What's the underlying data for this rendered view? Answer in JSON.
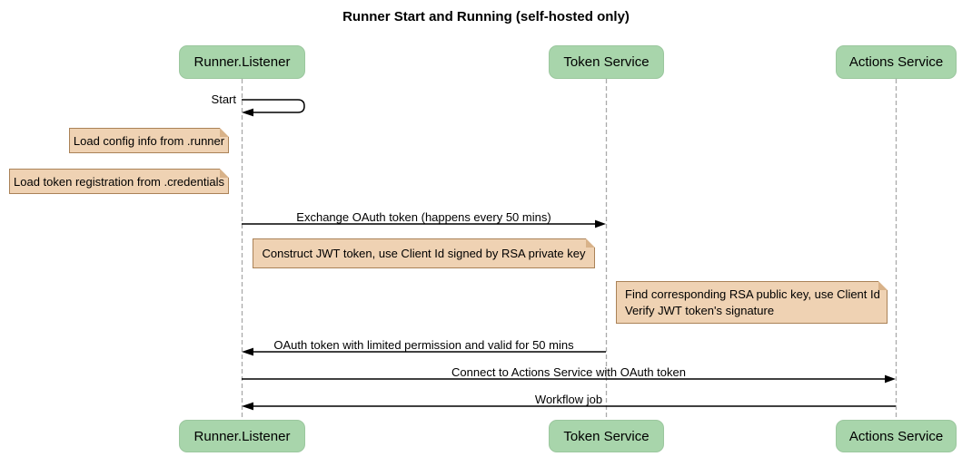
{
  "title": "Runner Start and Running (self-hosted only)",
  "participants": [
    {
      "name": "Runner.Listener"
    },
    {
      "name": "Token Service"
    },
    {
      "name": "Actions Service"
    }
  ],
  "messages": {
    "start": "Start",
    "exchange": "Exchange OAuth token (happens every 50 mins)",
    "oauth_return": "OAuth token with limited permission and valid for 50 mins",
    "connect": "Connect to Actions Service with OAuth token",
    "workflow": "Workflow job"
  },
  "notes": {
    "config": "Load config info from .runner",
    "credentials": "Load token registration from .credentials",
    "jwt": "Construct JWT token, use Client Id signed by RSA private key",
    "verify": {
      "lines": [
        "Find corresponding RSA public key, use Client Id",
        "Verify JWT token's signature"
      ]
    }
  },
  "colors": {
    "participant_fill": "#a8d5ab",
    "participant_border": "#9bc79e",
    "note_fill": "#efd2b3",
    "note_border": "#aa8257",
    "note_fold": "#d8b289",
    "lifeline": "#aaaaaa",
    "arrow": "#000000",
    "text": "#000000"
  }
}
